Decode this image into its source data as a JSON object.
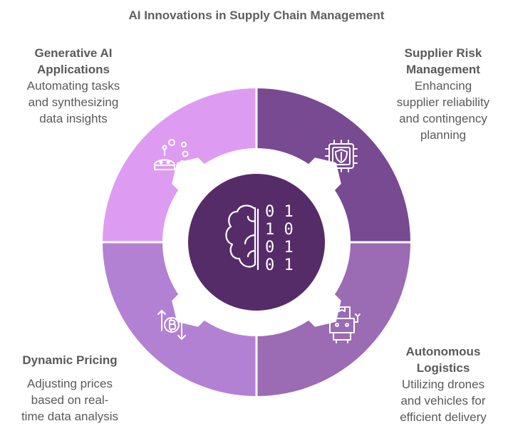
{
  "title": "AI Innovations in Supply Chain Management",
  "center": {
    "icon": "brain-binary-icon",
    "binary_rows": [
      "0 1",
      "1 0",
      "0 1",
      "0 1"
    ]
  },
  "sections": [
    {
      "id": "generative-ai",
      "heading": "Generative AI Applications",
      "heading_lines": [
        "Generative AI",
        "Applications"
      ],
      "description_lines": [
        "Automating tasks",
        "and synthesizing",
        "data insights"
      ],
      "icon": "robot-bubbles-icon",
      "color": "#dd9cf2"
    },
    {
      "id": "supplier-risk",
      "heading": "Supplier Risk Management",
      "heading_lines": [
        "Supplier Risk",
        "Management"
      ],
      "description_lines": [
        "Enhancing",
        "supplier reliability",
        "and contingency",
        "planning"
      ],
      "icon": "chip-shield-icon",
      "color": "#774a92"
    },
    {
      "id": "autonomous-logistics",
      "heading": "Autonomous Logistics",
      "heading_lines": [
        "Autonomous",
        "Logistics"
      ],
      "description_lines": [
        "Utilizing drones",
        "and vehicles for",
        "efficient delivery"
      ],
      "icon": "robot-package-icon",
      "color": "#9b6bb3"
    },
    {
      "id": "dynamic-pricing",
      "heading": "Dynamic Pricing",
      "heading_lines": [
        "Dynamic Pricing"
      ],
      "description_lines": [
        "Adjusting prices",
        "based on real-",
        "time data analysis"
      ],
      "icon": "bitcoin-arrows-icon",
      "color": "#b381d3"
    }
  ],
  "colors": {
    "center": "#552c67",
    "text": "#5a5a5a",
    "icon_stroke": "#ffffff"
  }
}
